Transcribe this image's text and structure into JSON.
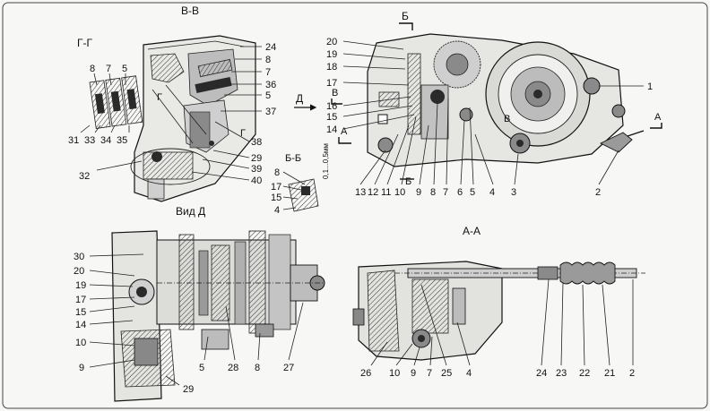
{
  "titles": {
    "section_vv": "В-В",
    "section_gg": "Г-Г",
    "view_d": "Вид Д",
    "section_bb": "Б-Б",
    "section_aa": "А-А",
    "clearance": "0,1...0,5мм",
    "mark_b_top": "Б",
    "mark_b_bottom": "Б",
    "mark_v": "В",
    "mark_v2": "В",
    "mark_a_left": "А",
    "mark_a_right": "А",
    "mark_g1": "Г",
    "mark_g2": "Г",
    "arrow_d": "Д"
  },
  "callouts": {
    "gg": [
      "8",
      "7",
      "5",
      "31",
      "33",
      "34",
      "35"
    ],
    "vv": [
      "24",
      "8",
      "7",
      "36",
      "5",
      "37",
      "38",
      "29",
      "39",
      "40",
      "32"
    ],
    "top_right_left": [
      "20",
      "19",
      "18",
      "17",
      "16",
      "15",
      "14"
    ],
    "top_right_bottom": [
      "13",
      "12",
      "11",
      "10",
      "9",
      "8",
      "7",
      "6",
      "5",
      "4",
      "3",
      "2"
    ],
    "top_right_right": [
      "1"
    ],
    "bb": [
      "8",
      "17",
      "15",
      "4"
    ],
    "view_d_left": [
      "30",
      "20",
      "19",
      "17",
      "15",
      "14",
      "10",
      "9"
    ],
    "view_d_bottom": [
      "5",
      "28",
      "8",
      "27",
      "29"
    ],
    "aa_bottom": [
      "26",
      "10",
      "9",
      "7",
      "25",
      "4",
      "24",
      "23",
      "22",
      "21",
      "2"
    ]
  }
}
